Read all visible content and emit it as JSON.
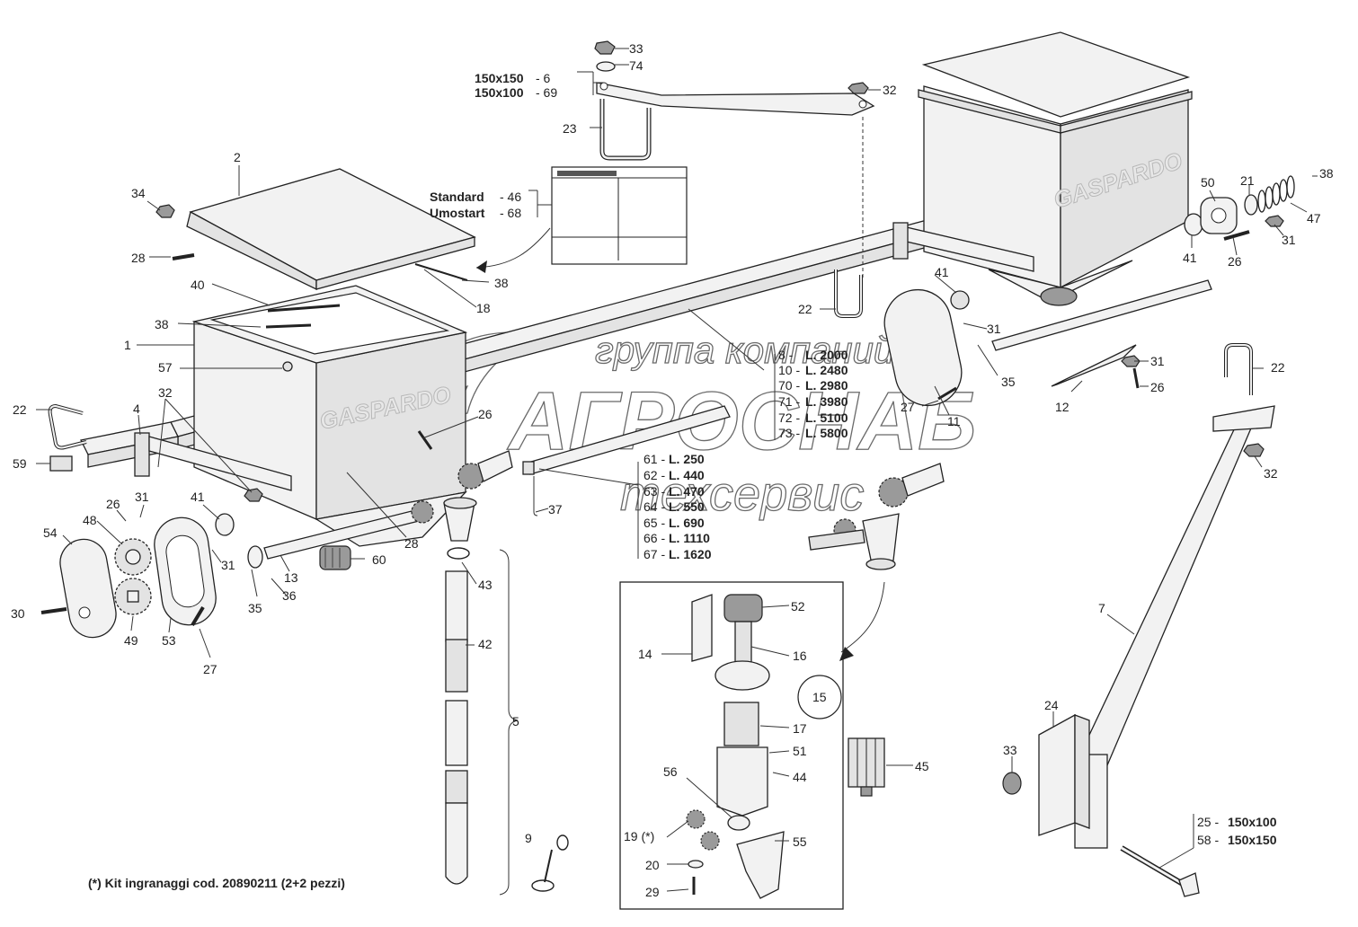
{
  "brand": "GASPARDO",
  "watermark": {
    "line1": "группа компаний",
    "line2": "АГРОСНАБ",
    "line3": "техсервис"
  },
  "footnote": "(*) Kit ingranaggi cod. 20890211 (2+2 pezzi)",
  "labels": {
    "l1": "1",
    "l2": "2",
    "l4": "4",
    "l5": "5",
    "l7": "7",
    "l9": "9",
    "l11": "11",
    "l12": "12",
    "l13": "13",
    "l14": "14",
    "l15": "15",
    "l16": "16",
    "l17": "17",
    "l18": "18",
    "l19": "19 (*)",
    "l20": "20",
    "l21": "21",
    "l22a": "22",
    "l22b": "22",
    "l22c": "22",
    "l23": "23",
    "l24": "24",
    "l26a": "26",
    "l26b": "26",
    "l26c": "26",
    "l26d": "26",
    "l27a": "27",
    "l27b": "27",
    "l28a": "28",
    "l28b": "28",
    "l29": "29",
    "l30": "30",
    "l31a": "31",
    "l31b": "31",
    "l31c": "31",
    "l31d": "31",
    "l31e": "31",
    "l32a": "32",
    "l32b": "32",
    "l32c": "32",
    "l33a": "33",
    "l33b": "33",
    "l34": "34",
    "l35a": "35",
    "l35b": "35",
    "l36": "36",
    "l37": "37",
    "l38a": "38",
    "l38b": "38",
    "l38c": "38",
    "l40": "40",
    "l41a": "41",
    "l41b": "41",
    "l41c": "41",
    "l42": "42",
    "l43": "43",
    "l44": "44",
    "l45": "45",
    "l47": "47",
    "l48": "48",
    "l49": "49",
    "l50": "50",
    "l51": "51",
    "l52": "52",
    "l53": "53",
    "l54": "54",
    "l55": "55",
    "l56": "56",
    "l57": "57",
    "l59": "59",
    "l60": "60",
    "l74": "74"
  },
  "bar_variants": {
    "size_150x150_key": "150x150",
    "size_150x150_num": "- 6",
    "size_150x100_key": "150x100",
    "size_150x100_num": "- 69"
  },
  "plate_variants": {
    "standard_key": "Standard",
    "standard_num": "- 46",
    "umostart_key": "Umostart",
    "umostart_num": "- 68"
  },
  "bolt_variants": {
    "v1_num": "25 -",
    "v1_key": "150x100",
    "v2_num": "58 -",
    "v2_key": "150x150"
  },
  "tube_lengths": [
    {
      "num": "8 -",
      "len": "L. 2000"
    },
    {
      "num": "10 -",
      "len": "L. 2480"
    },
    {
      "num": "70 -",
      "len": "L. 2980"
    },
    {
      "num": "71 -",
      "len": "L. 3980"
    },
    {
      "num": "72 -",
      "len": "L. 5100"
    },
    {
      "num": "73 -",
      "len": "L. 5800"
    }
  ],
  "shaft_lengths": [
    {
      "num": "61 -",
      "len": "L. 250"
    },
    {
      "num": "62 -",
      "len": "L. 440"
    },
    {
      "num": "63 -",
      "len": "L. 470"
    },
    {
      "num": "64 -",
      "len": "L. 550"
    },
    {
      "num": "65 -",
      "len": "L. 690"
    },
    {
      "num": "66 -",
      "len": "L. 1110"
    },
    {
      "num": "67 -",
      "len": "L. 1620"
    }
  ]
}
